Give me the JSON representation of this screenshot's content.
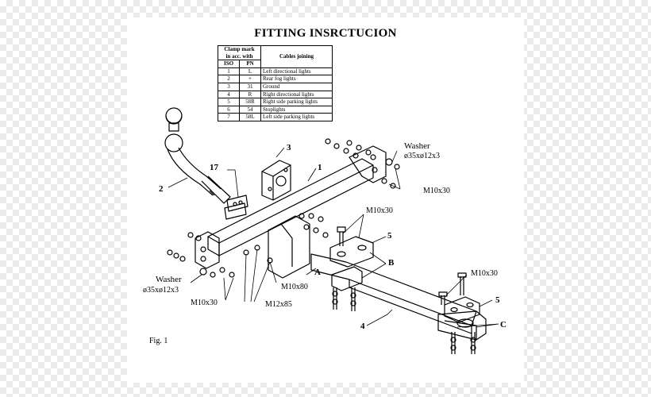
{
  "title": "FITTING INSRCTUCION",
  "table": {
    "header_clamp": [
      "Clamp mark",
      "in acc. with"
    ],
    "header_cables": "Cables joining",
    "col_iso": "ISO",
    "col_pn": "PN",
    "rows": [
      {
        "iso": "1",
        "pn": "L",
        "desc": "Left directional lights"
      },
      {
        "iso": "2",
        "pn": "+",
        "desc": "Rear fog lights"
      },
      {
        "iso": "3",
        "pn": "31",
        "desc": "Ground"
      },
      {
        "iso": "4",
        "pn": "R",
        "desc": "Right directional lights"
      },
      {
        "iso": "5",
        "pn": "58R",
        "desc": "Right side parking lights"
      },
      {
        "iso": "6",
        "pn": "54",
        "desc": "Stoplights"
      },
      {
        "iso": "7",
        "pn": "58L",
        "desc": "Left side parking lights"
      }
    ]
  },
  "labels": {
    "part1": "1",
    "part2": "2",
    "part3": "3",
    "part4": "4",
    "part5_top": "5",
    "part5_bottom": "5",
    "part17": "17",
    "A": "A",
    "B": "B",
    "C": "C",
    "washer_right": [
      "Washer",
      "ø35xø12x3"
    ],
    "washer_left": [
      "Washer",
      "ø35xø12x3"
    ],
    "m10x30_a": "M10x30",
    "m10x30_b": "M10x30",
    "m10x30_c": "M10x30",
    "m10x30_left": "M10x30",
    "m10x80": "M10x80",
    "m12x85": "M12x85",
    "fig": "Fig. 1"
  }
}
